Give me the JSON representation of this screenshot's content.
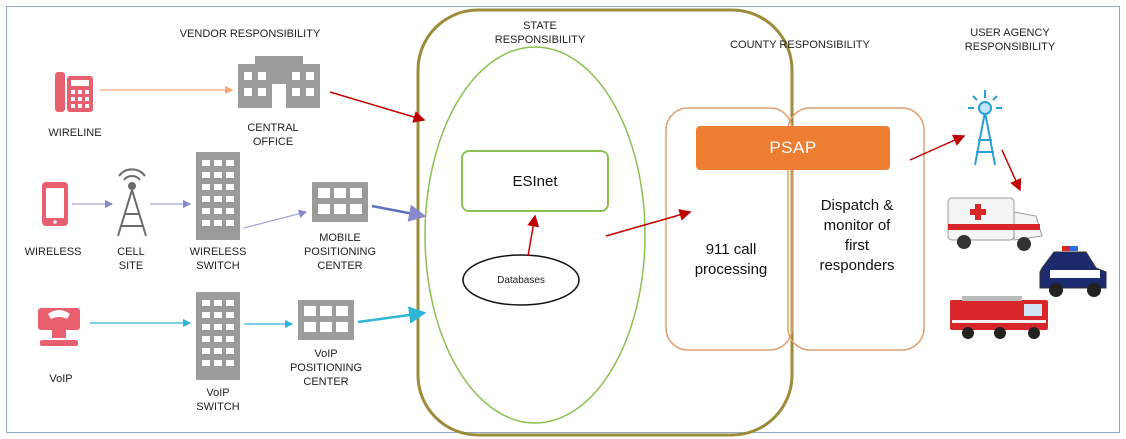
{
  "columns": {
    "vendor": "VENDOR RESPONSIBILITY",
    "state": "STATE\nRESPONSIBILITY",
    "county": "COUNTY RESPONSIBILITY",
    "user_agency": "USER AGENCY\nRESPONSIBILITY"
  },
  "vendor": {
    "wireline": "WIRELINE",
    "central_office": "CENTRAL\nOFFICE",
    "wireless": "WIRELESS",
    "cell_site": "CELL\nSITE",
    "wireless_switch": "WIRELESS\nSWITCH",
    "mobile_positioning_center": "MOBILE\nPOSITIONING\nCENTER",
    "voip": "VoIP",
    "voip_switch": "VoIP\nSWITCH",
    "voip_positioning_center": "VoIP\nPOSITIONING\nCENTER"
  },
  "state": {
    "esinet": "ESInet",
    "databases": "Databases"
  },
  "county": {
    "psap": "PSAP",
    "call_processing": "911 call\nprocessing",
    "dispatch": "Dispatch &\nmonitor of\nfirst\nresponders"
  },
  "colors": {
    "state_outline": "#9c8c3a",
    "ellipse_green": "#8cc152",
    "county_outline": "#e0a070",
    "psap_fill": "#ed7d31",
    "arrow_red": "#c00000",
    "phone_pink": "#e8606f",
    "building_gray": "#9b9b9b",
    "line_orange": "#f4a67a",
    "line_purple": "#a4a4d8",
    "line_blue": "#2fb5d6",
    "frame_blue": "#8ea9c9"
  }
}
